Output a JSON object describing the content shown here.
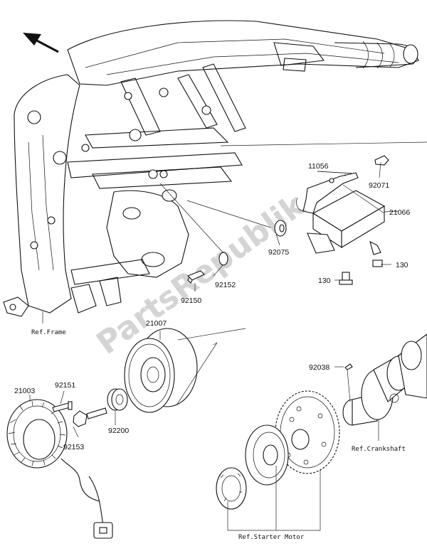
{
  "watermark": "PartsRepublik",
  "callouts": {
    "p11056": "11056",
    "p92071": "92071",
    "p21066": "21066",
    "p92075": "92075",
    "p130a": "130",
    "p130b": "130",
    "p92152": "92152",
    "p92150": "92150",
    "p21007": "21007",
    "p92038": "92038",
    "p92151": "92151",
    "p21003": "21003",
    "p92200": "92200",
    "p92153": "92153"
  },
  "references": {
    "frame": "Ref.Frame",
    "crankshaft": "Ref.Crankshaft",
    "starter_motor": "Ref.Starter Motor"
  },
  "icons": {
    "direction_arrow": "arrow-up-left-icon"
  }
}
